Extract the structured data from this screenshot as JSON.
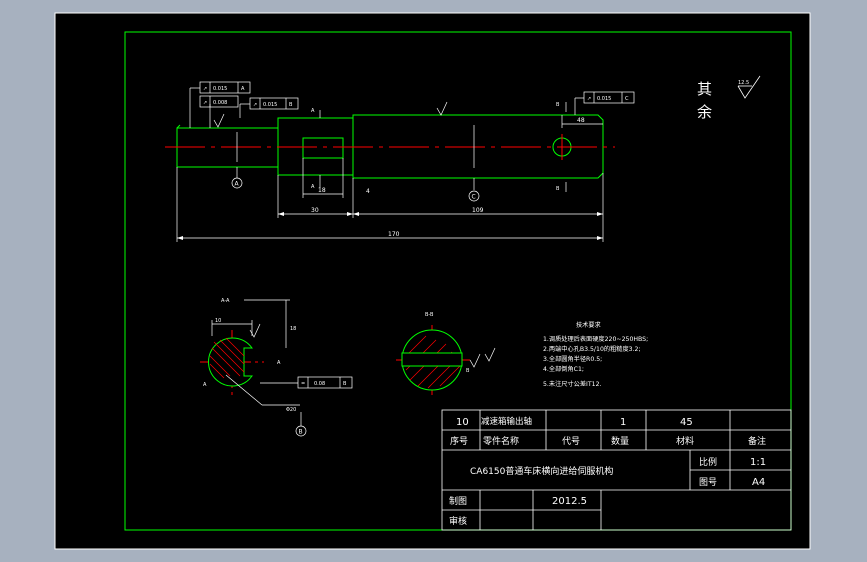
{
  "app": {
    "background_color": "#a7b1bf",
    "sheet_color": "#000000",
    "frame_color": "#00ff00",
    "line_color": "#ffffff",
    "center_line_color": "#ff0000"
  },
  "roughness": {
    "note_chars": [
      "其",
      "余"
    ],
    "note_value": "12.5"
  },
  "tolerances": {
    "runout_top": {
      "value": "0.015",
      "datum": "A"
    },
    "runout_second": {
      "value": "0.008"
    },
    "runout_third": {
      "value": "0.015",
      "datum": "B"
    },
    "runout_right": {
      "value": "0.015",
      "datum": "C"
    },
    "section_a": {
      "value": "0.08",
      "datum": "B"
    }
  },
  "datums": {
    "a": "A",
    "b": "B",
    "c": "C"
  },
  "section_markers": {
    "a_upper": "A",
    "a_lower": "A",
    "b_upper": "B",
    "b_lower": "B",
    "b_right": "B",
    "a_right": "A",
    "a_left": "A"
  },
  "dimensions": {
    "overall": "170",
    "right_part": "109",
    "middle": "30",
    "keyway": "18",
    "step": "4",
    "hole": "48",
    "section_a_width": "10",
    "section_a_depth": "18",
    "section_a_dia": "Φ20",
    "section_b_title": "B-B",
    "section_a_title": "A-A"
  },
  "tech_requirements": {
    "title": "技术要求",
    "items": [
      "1.调质处理后表面硬度220~250HBS;",
      "2.两端中心孔B3.5/10的粗糙度3.2;",
      "3.全部圆角半径R0.5;",
      "4.全部倒角C1;",
      "5.未注尺寸公差IT12."
    ]
  },
  "title_block": {
    "row1": {
      "seq": "10",
      "name": "减速箱输出轴",
      "qty": "1",
      "material": "45"
    },
    "headers": {
      "seq": "序号",
      "name": "零件名称",
      "code": "代号",
      "qty": "数量",
      "material": "材料",
      "remark": "备注"
    },
    "project": "CA6150普通车床横向进给伺服机构",
    "scale_label": "比例",
    "scale_value": "1:1",
    "sheet_label": "图号",
    "sheet_value": "A4",
    "drawn_label": "制图",
    "drawn_date": "2012.5",
    "check_label": "审核"
  }
}
